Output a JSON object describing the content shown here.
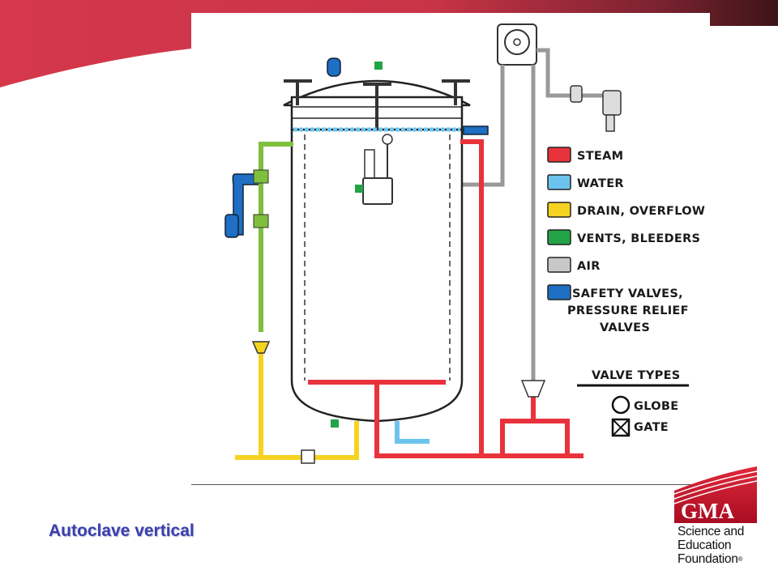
{
  "slide": {
    "caption": "Autoclave vertical",
    "colors": {
      "banner_red": "#d6374b",
      "banner_dark": "#5a1a22",
      "caption_blue": "#3a3fb0"
    }
  },
  "legend": {
    "items": [
      {
        "label": "STEAM",
        "color": "#e8333c"
      },
      {
        "label": "WATER",
        "color": "#6cc4ee"
      },
      {
        "label": "DRAIN, OVERFLOW",
        "color": "#f5d320"
      },
      {
        "label": "VENTS, BLEEDERS",
        "color": "#22a446"
      },
      {
        "label": "AIR",
        "color": "#c8c8c8"
      },
      {
        "label": "SAFETY VALVES,",
        "label_2": "PRESSURE RELIEF",
        "label_3": "VALVES",
        "color": "#1f6fc4"
      }
    ],
    "valve_types": {
      "title": "VALVE TYPES",
      "globe": "GLOBE",
      "gate": "GATE"
    }
  },
  "logo": {
    "mark_text": "GMA",
    "line1": "Science and",
    "line2": "Education",
    "line3": "Foundation",
    "registered": "®",
    "color": "#c8102e"
  }
}
